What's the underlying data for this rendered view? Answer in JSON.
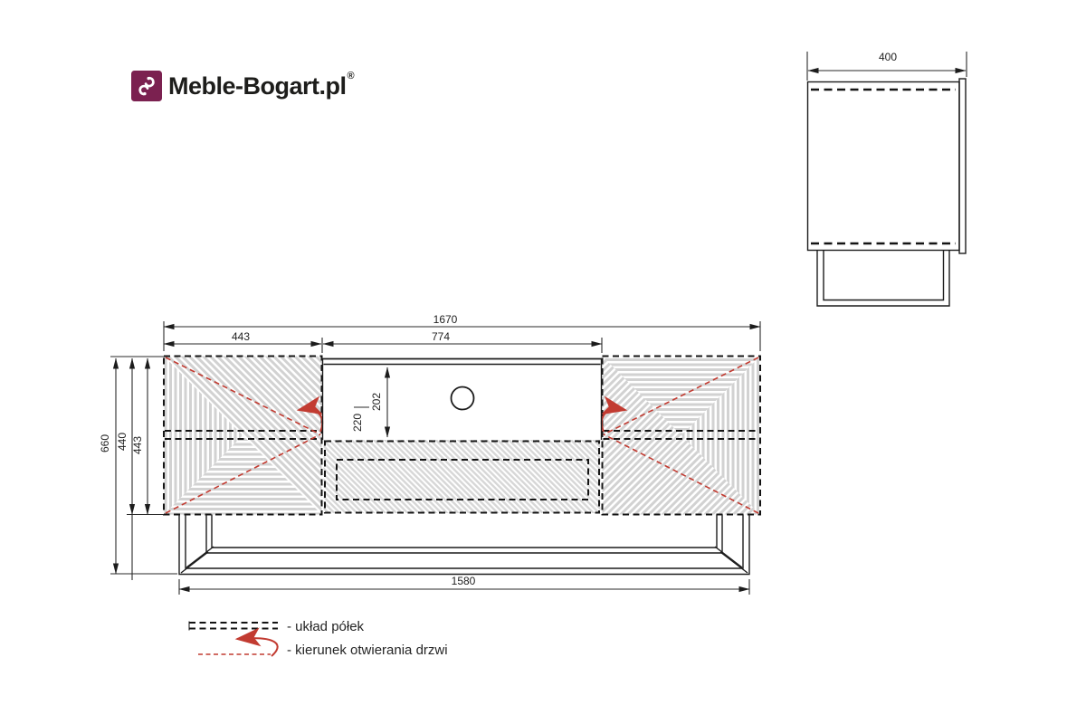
{
  "logo": {
    "text": "Meble-Bogart.pl",
    "registered": "®",
    "brand_color": "#7b2150"
  },
  "colors": {
    "line": "#1c1c1c",
    "pattern_gray": "#d2d2d2",
    "red": "#c23b31"
  },
  "side_view": {
    "width_dim": "400"
  },
  "front_view": {
    "dims": {
      "total_width": "1670",
      "left_door_width": "443",
      "niche_width": "774",
      "niche_height": "202",
      "drawer_height": "220",
      "total_height": "660",
      "body_height": "440",
      "door_height": "443",
      "base_width": "1580"
    }
  },
  "legend": {
    "shelf": {
      "symbol": "dashed-shelf",
      "label": "- układ półek"
    },
    "door": {
      "symbol": "red-open-arrow",
      "label": "- kierunek otwierania drzwi"
    }
  }
}
